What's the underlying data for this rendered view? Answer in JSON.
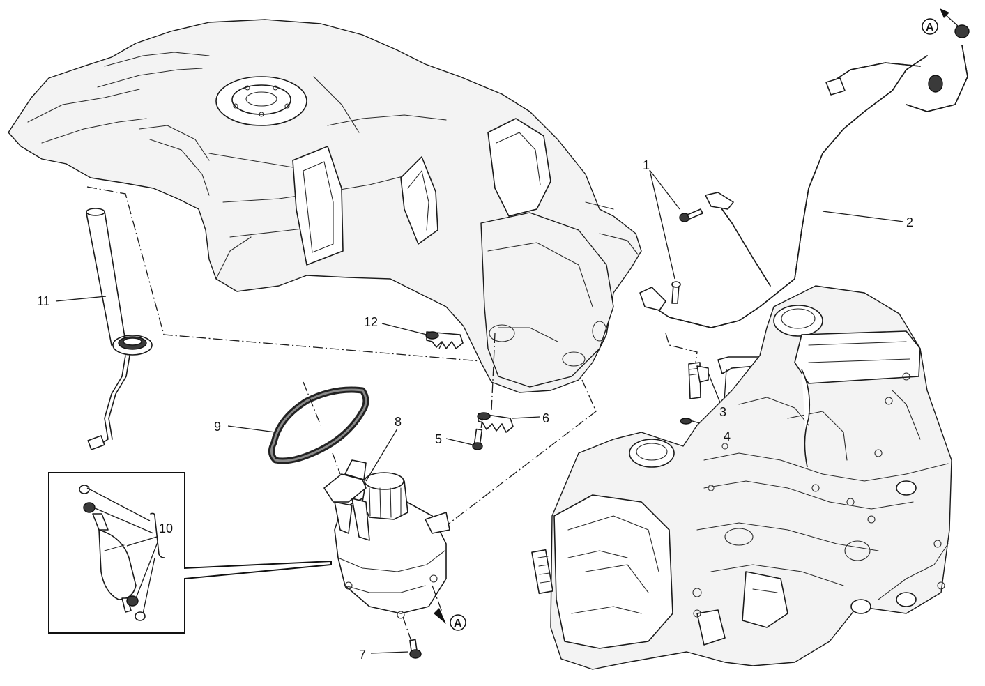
{
  "diagram": {
    "title": "Fuel system exploded view",
    "callouts": [
      {
        "id": "1",
        "label": "1",
        "part": "screw"
      },
      {
        "id": "2",
        "label": "2",
        "part": "fuel-hose-assembly"
      },
      {
        "id": "3",
        "label": "3",
        "part": "quick-connector"
      },
      {
        "id": "4",
        "label": "4",
        "part": "o-ring"
      },
      {
        "id": "5",
        "label": "5",
        "part": "screw"
      },
      {
        "id": "6",
        "label": "6",
        "part": "hose-clip"
      },
      {
        "id": "7",
        "label": "7",
        "part": "screw"
      },
      {
        "id": "8",
        "label": "8",
        "part": "fuel-pump"
      },
      {
        "id": "9",
        "label": "9",
        "part": "pump-gasket"
      },
      {
        "id": "10",
        "label": "10",
        "part": "fuel-filter-kit"
      },
      {
        "id": "11",
        "label": "11",
        "part": "fuel-level-sensor"
      },
      {
        "id": "12",
        "label": "12",
        "part": "hose-clip"
      }
    ],
    "references": [
      {
        "label": "A",
        "where": "top-right"
      },
      {
        "label": "A",
        "where": "pump-outlet"
      }
    ]
  }
}
